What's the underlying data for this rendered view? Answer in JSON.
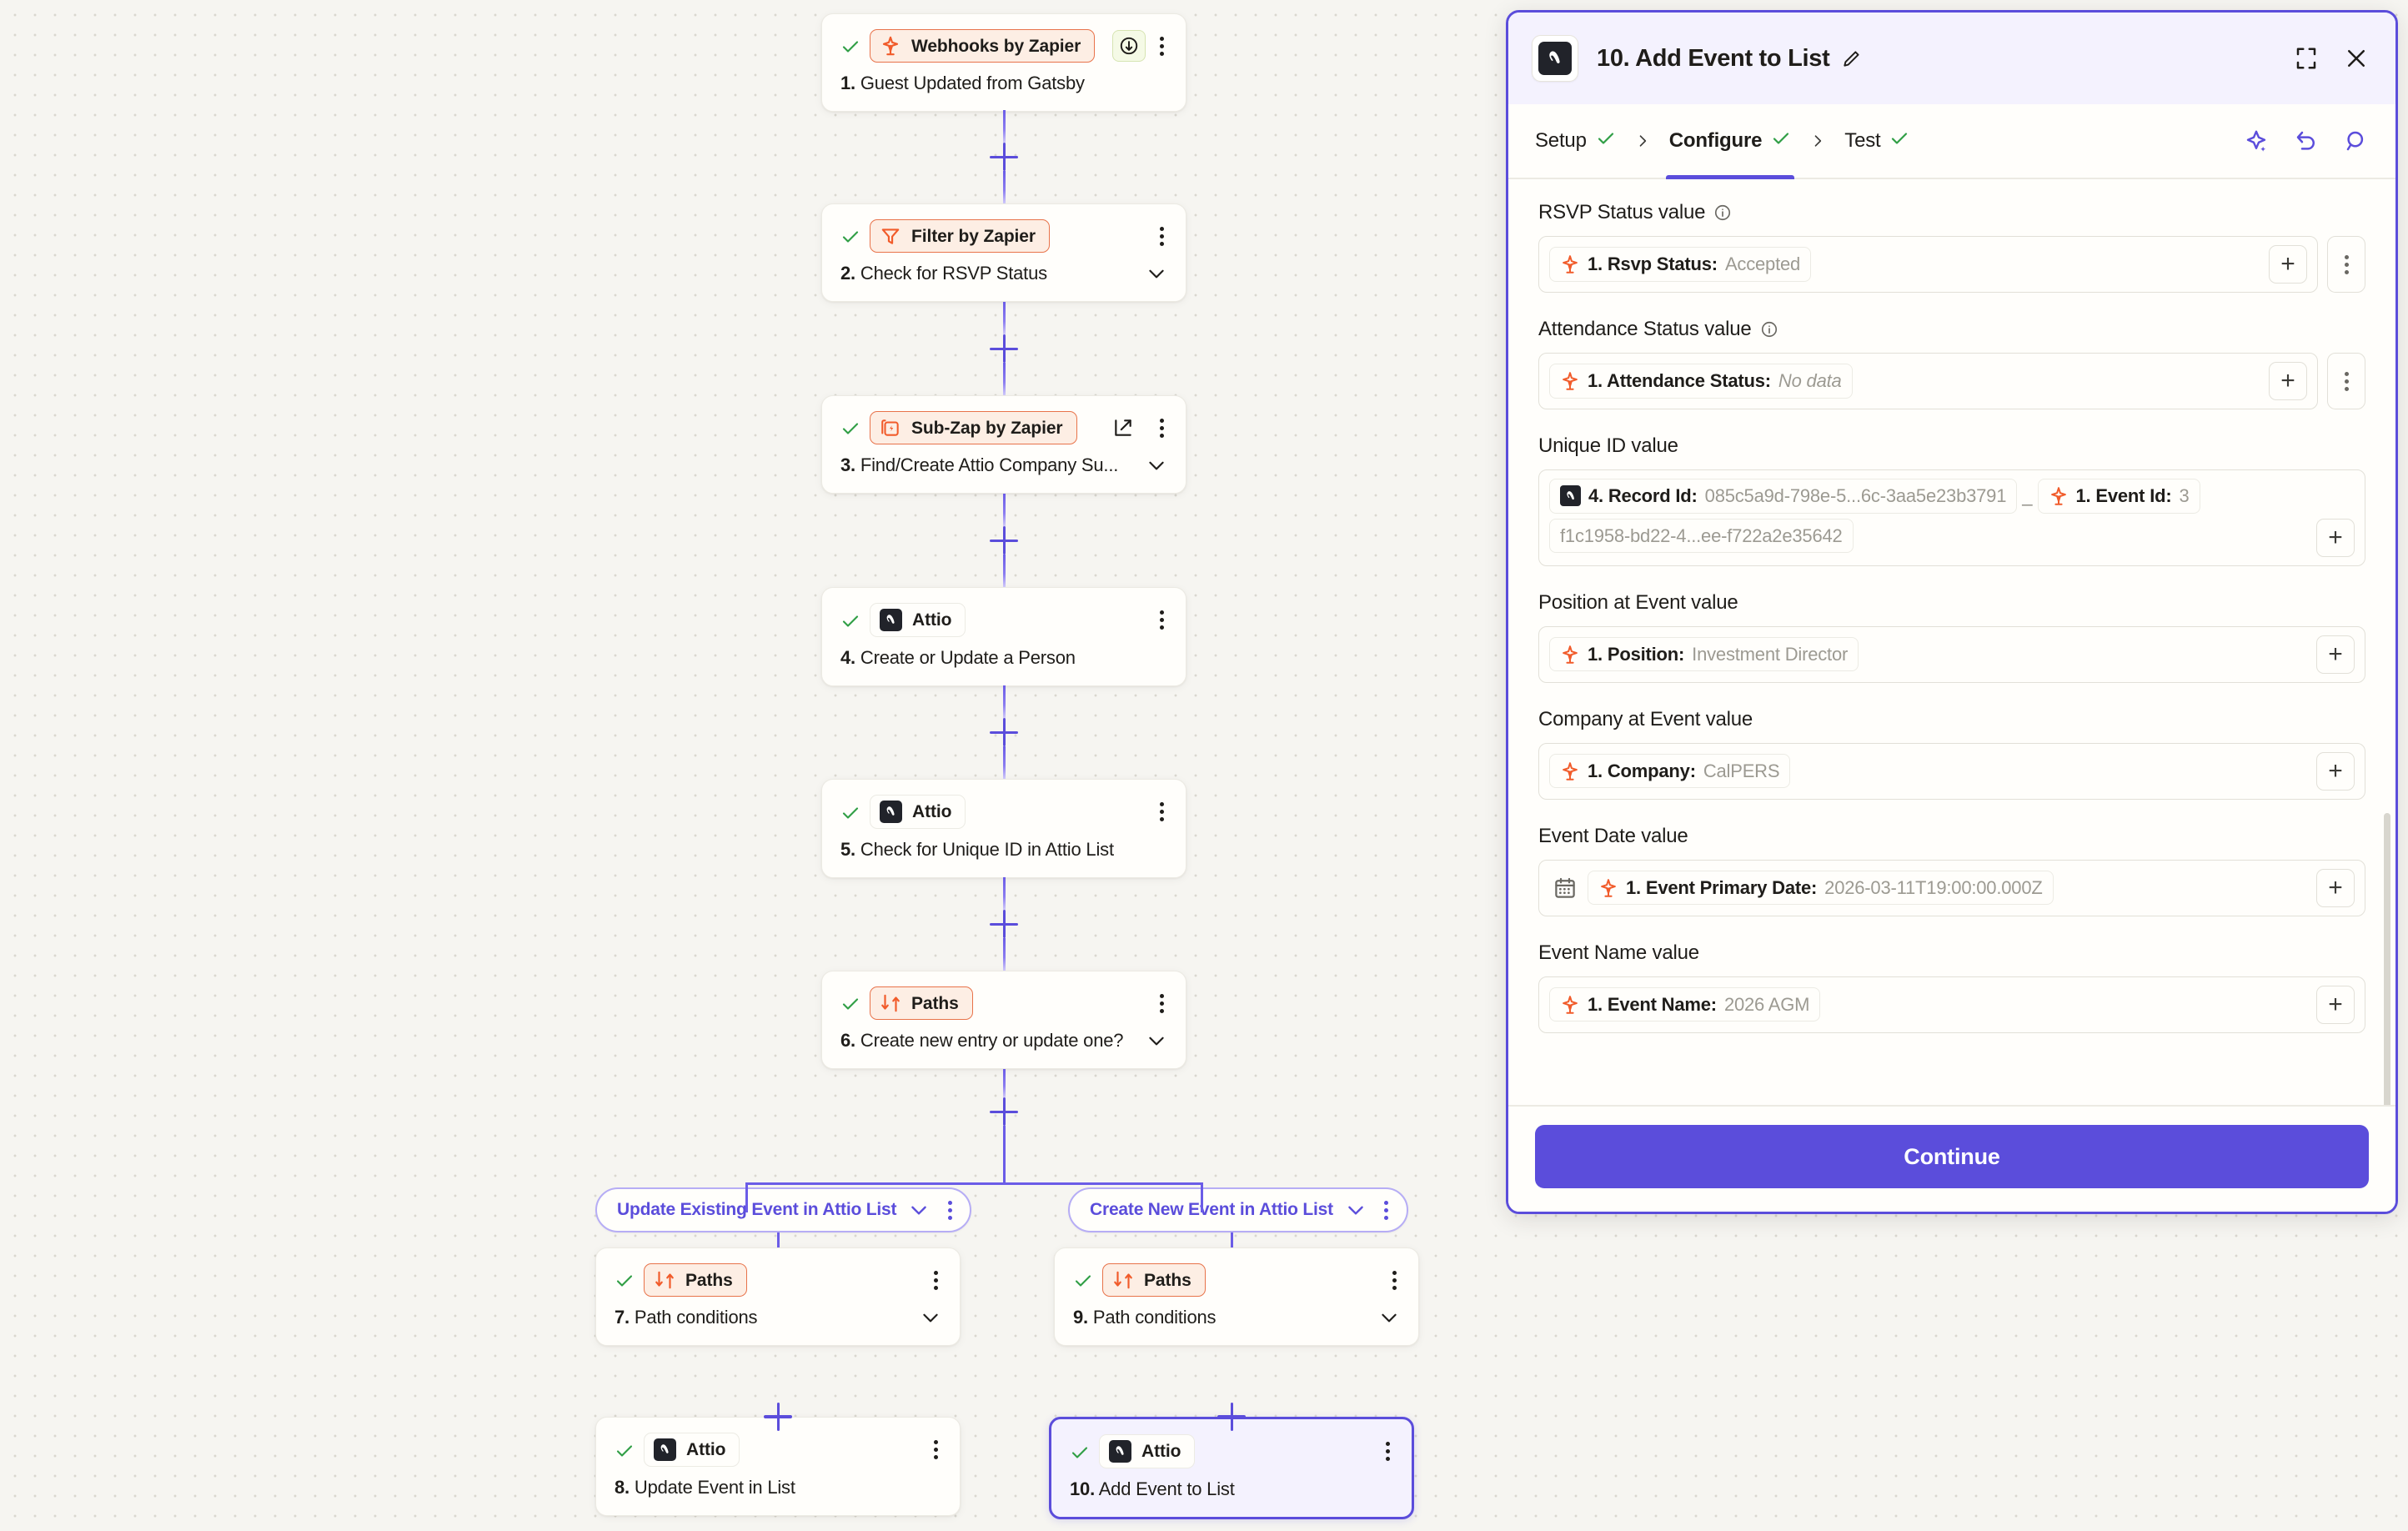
{
  "canvas": {
    "nodes": [
      {
        "id": "n1",
        "app": "Webhooks by Zapier",
        "app_kind": "zapier",
        "icon": "zapier-webhook-icon",
        "num": "1.",
        "title": "Guest Updated from Gatsby",
        "badge": "instant-bolt-icon",
        "chevron": false,
        "extlink": false
      },
      {
        "id": "n2",
        "app": "Filter by Zapier",
        "app_kind": "zapier",
        "icon": "filter-icon",
        "num": "2.",
        "title": "Check for RSVP Status",
        "chevron": true,
        "extlink": false
      },
      {
        "id": "n3",
        "app": "Sub-Zap by Zapier",
        "app_kind": "zapier",
        "icon": "sub-zap-icon",
        "num": "3.",
        "title": "Find/Create Attio Company Su...",
        "chevron": true,
        "extlink": true
      },
      {
        "id": "n4",
        "app": "Attio",
        "app_kind": "attio",
        "icon": "attio-icon",
        "num": "4.",
        "title": "Create or Update a Person",
        "chevron": false,
        "extlink": false
      },
      {
        "id": "n5",
        "app": "Attio",
        "app_kind": "attio",
        "icon": "attio-icon",
        "num": "5.",
        "title": "Check for Unique ID in Attio List",
        "chevron": false,
        "extlink": false
      },
      {
        "id": "n6",
        "app": "Paths",
        "app_kind": "zapier",
        "icon": "paths-icon",
        "num": "6.",
        "title": "Create new entry or update one?",
        "chevron": true,
        "extlink": false
      },
      {
        "id": "n7",
        "app": "Paths",
        "app_kind": "zapier",
        "icon": "paths-icon",
        "num": "7.",
        "title": "Path conditions",
        "chevron": true,
        "extlink": false
      },
      {
        "id": "n9",
        "app": "Paths",
        "app_kind": "zapier",
        "icon": "paths-icon",
        "num": "9.",
        "title": "Path conditions",
        "chevron": true,
        "extlink": false
      },
      {
        "id": "n8",
        "app": "Attio",
        "app_kind": "attio",
        "icon": "attio-icon",
        "num": "8.",
        "title": "Update Event in List",
        "chevron": false,
        "extlink": false
      },
      {
        "id": "n10",
        "app": "Attio",
        "app_kind": "attio",
        "icon": "attio-icon",
        "num": "10.",
        "title": "Add Event to List",
        "chevron": false,
        "extlink": false,
        "selected": true
      }
    ],
    "paths": [
      {
        "id": "pathA",
        "label": "Update Existing Event in Attio List"
      },
      {
        "id": "pathB",
        "label": "Create New Event in Attio List"
      }
    ]
  },
  "panel": {
    "header": {
      "icon": "attio-icon",
      "title": "10. Add Event to List",
      "edit_icon": "pencil-icon",
      "expand_icon": "expand-icon",
      "close_icon": "close-icon"
    },
    "tabs": [
      {
        "label": "Setup",
        "state": "done",
        "active": false
      },
      {
        "label": "Configure",
        "state": "done",
        "active": true
      },
      {
        "label": "Test",
        "state": "done",
        "active": false
      }
    ],
    "tab_actions": [
      {
        "icon": "ai-sparkle-icon"
      },
      {
        "icon": "undo-icon"
      },
      {
        "icon": "search-icon"
      }
    ],
    "fields": [
      {
        "label": "RSVP Status value",
        "info": true,
        "has_kebab": true,
        "has_calendar": false,
        "tokens": [
          {
            "icon": "zapier-icon",
            "key": "1. Rsvp Status:",
            "value": "Accepted",
            "italic": false
          }
        ]
      },
      {
        "label": "Attendance Status value",
        "info": true,
        "has_kebab": true,
        "has_calendar": false,
        "tokens": [
          {
            "icon": "zapier-icon",
            "key": "1. Attendance Status:",
            "value": "No data",
            "italic": true
          }
        ]
      },
      {
        "label": "Unique ID value",
        "info": false,
        "has_kebab": false,
        "has_calendar": false,
        "multiline": true,
        "tokens": [
          {
            "icon": "attio-icon",
            "key": "4. Record Id:",
            "value": "085c5a9d-798e-5...6c-3aa5e23b3791",
            "italic": false
          },
          {
            "separator": "_"
          },
          {
            "icon": "zapier-icon",
            "key": "1. Event Id:",
            "value": "3",
            "italic": false
          },
          {
            "plain": "f1c1958-bd22-4...ee-f722a2e35642"
          }
        ]
      },
      {
        "label": "Position at Event value",
        "info": false,
        "has_kebab": false,
        "has_calendar": false,
        "tokens": [
          {
            "icon": "zapier-icon",
            "key": "1. Position:",
            "value": "Investment Director",
            "italic": false
          }
        ]
      },
      {
        "label": "Company at Event value",
        "info": false,
        "has_kebab": false,
        "has_calendar": false,
        "tokens": [
          {
            "icon": "zapier-icon",
            "key": "1. Company:",
            "value": "CalPERS",
            "italic": false
          }
        ]
      },
      {
        "label": "Event Date value",
        "info": false,
        "has_kebab": false,
        "has_calendar": true,
        "tokens": [
          {
            "icon": "zapier-icon",
            "key": "1. Event Primary Date:",
            "value": "2026-03-11T19:00:00.000Z",
            "italic": false
          }
        ]
      },
      {
        "label": "Event Name value",
        "info": false,
        "has_kebab": false,
        "has_calendar": false,
        "tokens": [
          {
            "icon": "zapier-icon",
            "key": "1. Event Name:",
            "value": "2026 AGM",
            "italic": false
          }
        ]
      }
    ],
    "footer": {
      "continue_label": "Continue"
    }
  },
  "colors": {
    "accent": "#5b4ddb",
    "zapier_orange": "#e8734a",
    "check_green": "#2f9e44",
    "canvas_bg": "#f6f5f1"
  }
}
